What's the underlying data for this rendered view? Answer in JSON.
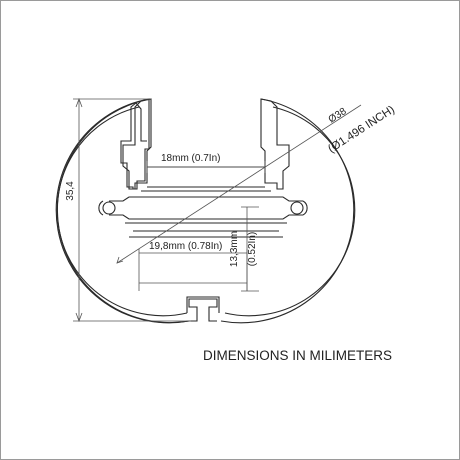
{
  "labels": {
    "inner_width_top": "18mm  (0.7In)",
    "inner_width_bottom": "19,8mm (0.78In)",
    "inner_height_mm": "13,3mm",
    "inner_height_in": "(0.52In)",
    "total_height": "35,4",
    "diameter_mm": "Ø38",
    "diameter_in": "(Ø1.496 INCH)",
    "footer_note": "DIMENSIONS IN MILIMETERS"
  },
  "colors": {
    "line": "#2a2a2a",
    "dimension": "#555555",
    "background": "#ffffff"
  }
}
